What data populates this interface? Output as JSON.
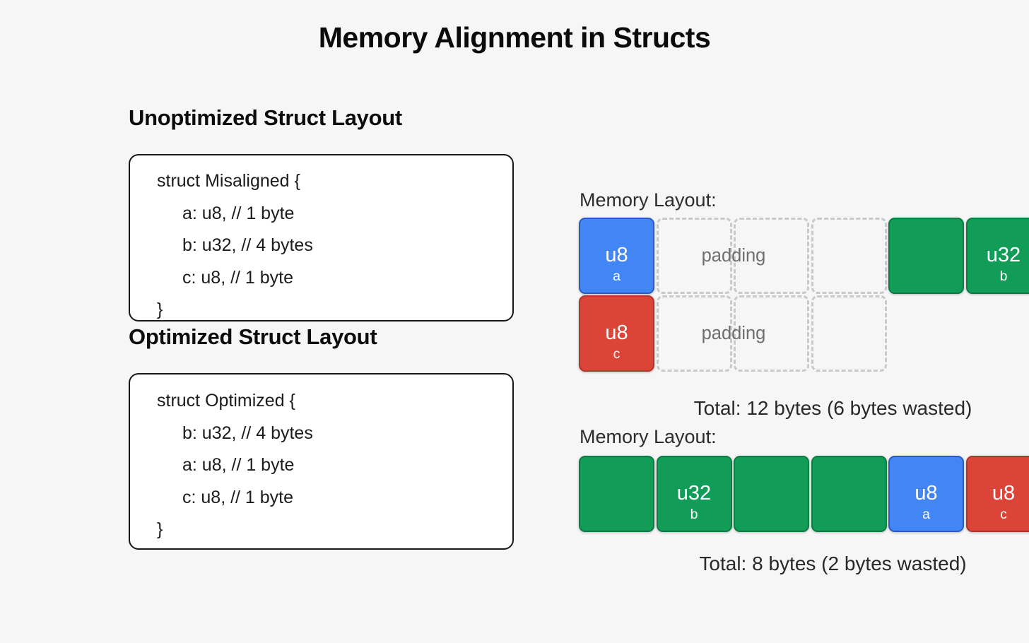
{
  "title": "Memory Alignment in Structs",
  "colors": {
    "background": "#F6F6F7",
    "blue": "#4285F4",
    "blue_border": "#2A5DC2",
    "red": "#DB4437",
    "red_border": "#B0352B",
    "green": "#119C58",
    "green_border": "#0C7B44",
    "padding_border": "#C8C9CB"
  },
  "left_sections": [
    {
      "heading": "Unoptimized Struct Layout",
      "code_lines": [
        {
          "text": "struct Misaligned {",
          "indent": 0
        },
        {
          "text": "a: u8, // 1 byte",
          "indent": 1
        },
        {
          "text": "b: u32, // 4 bytes",
          "indent": 1
        },
        {
          "text": "c: u8, // 1 byte",
          "indent": 1
        },
        {
          "text": "}",
          "indent": 0
        }
      ]
    },
    {
      "heading": "Optimized Struct Layout",
      "code_lines": [
        {
          "text": "struct Optimized {",
          "indent": 0
        },
        {
          "text": "b: u32, // 4 bytes",
          "indent": 1
        },
        {
          "text": "a: u8, // 1 byte",
          "indent": 1
        },
        {
          "text": "c: u8, // 1 byte",
          "indent": 1
        },
        {
          "text": "}",
          "indent": 0
        }
      ]
    }
  ],
  "memory_layouts": [
    {
      "label": "Memory Layout:",
      "total": "Total: 12 bytes (6 bytes wasted)",
      "rows": [
        {
          "padding_label": "padding",
          "cells": [
            {
              "kind": "field",
              "color": "blue",
              "label": "u8",
              "sub": "a"
            },
            {
              "kind": "padding"
            },
            {
              "kind": "padding"
            },
            {
              "kind": "padding"
            },
            {
              "kind": "field",
              "color": "green"
            },
            {
              "kind": "field",
              "color": "green",
              "label": "u32",
              "sub": "b"
            },
            {
              "kind": "field",
              "color": "green"
            },
            {
              "kind": "field",
              "color": "green"
            }
          ]
        },
        {
          "padding_label": "padding",
          "cells": [
            {
              "kind": "field",
              "color": "red",
              "label": "u8",
              "sub": "c"
            },
            {
              "kind": "padding"
            },
            {
              "kind": "padding"
            },
            {
              "kind": "padding"
            }
          ]
        }
      ]
    },
    {
      "label": "Memory Layout:",
      "total": "Total: 8 bytes (2 bytes wasted)",
      "rows": [
        {
          "cells": [
            {
              "kind": "field",
              "color": "green"
            },
            {
              "kind": "field",
              "color": "green",
              "label": "u32",
              "sub": "b"
            },
            {
              "kind": "field",
              "color": "green"
            },
            {
              "kind": "field",
              "color": "green"
            },
            {
              "kind": "field",
              "color": "blue",
              "label": "u8",
              "sub": "a"
            },
            {
              "kind": "field",
              "color": "red",
              "label": "u8",
              "sub": "c"
            }
          ]
        }
      ]
    }
  ]
}
